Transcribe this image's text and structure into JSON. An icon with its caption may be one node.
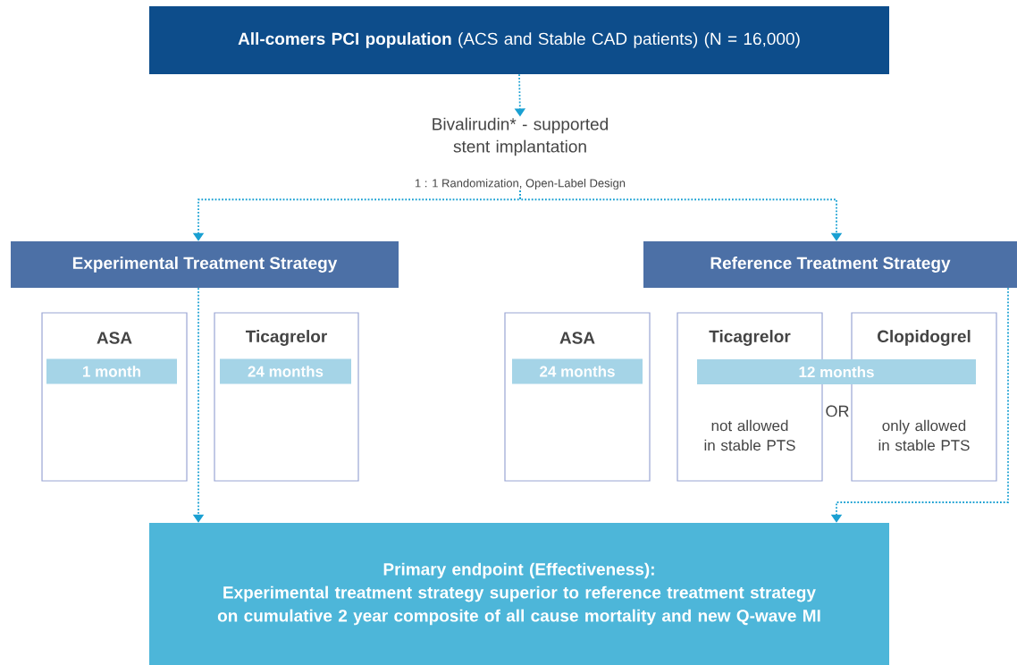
{
  "diagram": {
    "nodes": [
      {
        "text": [
          "**All-comers PCI population** (ACS and Stable CAD patients) (N = 16,000)"
        ]
      },
      {
        "text": [
          "Bivalirudin* - supported stent implantation"
        ],
        "beside": [
          "1 : 1 Randomization, Open-Label Design"
        ]
      },
      {
        "text": [
          "Experimental Treatment Strategy"
        ]
      },
      {
        "text": [
          "Reference Treatment Strategy"
        ]
      },
      {
        "text": [
          "ASA"
        ]
      },
      {
        "text": [
          "1 month"
        ],
        "in": 4
      },
      {
        "text": [
          "Ticagrelor"
        ]
      },
      {
        "text": [
          "24 months"
        ],
        "in": 6
      },
      {
        "text": [
          "ASA"
        ]
      },
      {
        "text": [
          "24 months"
        ],
        "in": 8
      },
      {
        "text": [
          "Ticagrelor",
          "not allowed in stable PTS"
        ]
      },
      {
        "text": [
          "Clopidogrel",
          "only allowed in stable PTS"
        ]
      },
      {
        "text": [
          "12 months"
        ]
      },
      {
        "text": [
          "Primary endpoint (Effectiveness):",
          "Experimental treatment strategy superior to reference treatment strategy on cumulative 2 year composite of all cause mortality and new Q-wave MI"
        ]
      }
    ],
    "edges": [
      {
        "from": 0,
        "to": 1,
        "arrow": "to"
      },
      {
        "from": 1,
        "to": 2,
        "arrow": "to"
      },
      {
        "from": 1,
        "to": 3,
        "arrow": "to"
      },
      {
        "from": 2,
        "to": 13,
        "arrow": "to"
      },
      {
        "from": 3,
        "to": 13,
        "arrow": "to"
      }
    ],
    "labels": [
      "OR"
    ]
  }
}
